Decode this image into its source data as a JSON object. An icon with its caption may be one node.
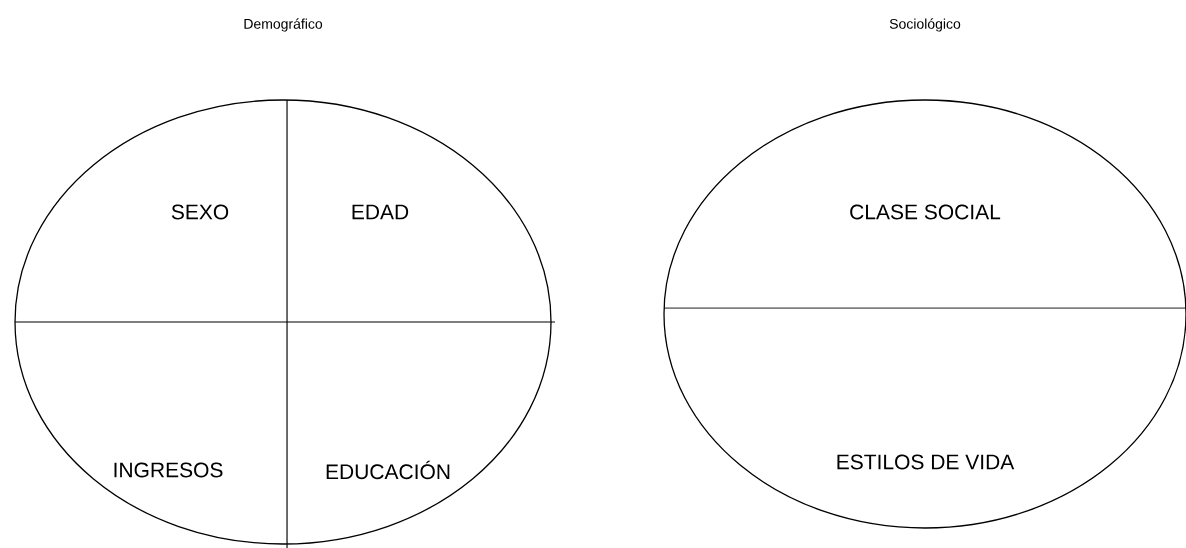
{
  "diagram": {
    "nodes": [
      {
        "text": [
          "Demográfico"
        ]
      },
      {
        "text": [
          "SEXO"
        ],
        "in": 0
      },
      {
        "text": [
          "EDAD"
        ],
        "in": 0
      },
      {
        "text": [
          "INGRESOS"
        ],
        "in": 0
      },
      {
        "text": [
          "EDUCACIÓN"
        ],
        "in": 0
      },
      {
        "text": [
          "Sociológico"
        ]
      },
      {
        "text": [
          "CLASE SOCIAL"
        ],
        "in": 5
      },
      {
        "text": [
          "ESTILOS DE VIDA"
        ],
        "in": 5
      }
    ]
  }
}
